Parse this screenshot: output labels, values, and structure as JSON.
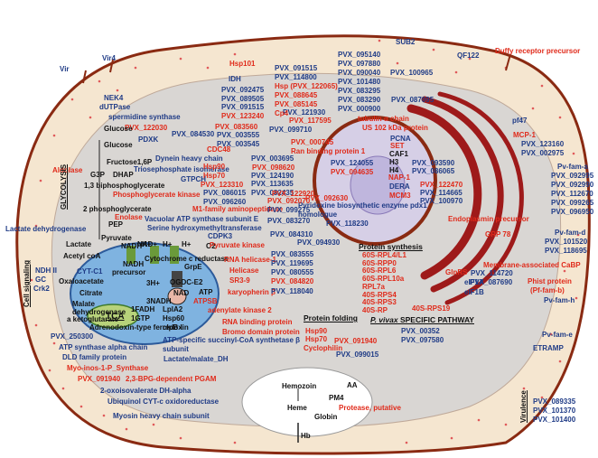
{
  "colors": {
    "cell_fill": "#f5e6d0",
    "cell_border": "#8a2a12",
    "nucleus_fill": "#d6cfe6",
    "nucleus_border": "#8a2a12",
    "er_color": "#9e1a1a",
    "mito_fill": "#7fb3e0",
    "apicoplast_fill": "#b7d27a",
    "protein_blue": "#1f3b86",
    "protein_red": "#e02a1a",
    "grey_region": "#c8c8c8"
  },
  "labels": {
    "vir": "Vir",
    "vir4": "Vir4",
    "hsp101": "Hsp101",
    "sub2": "SUB2",
    "qf122": "QF122",
    "duffy": "Duffy receptor precursor",
    "idh": "IDH",
    "nek4": "NEK4",
    "dutpase": "dUTPase",
    "spermidine": "spermidine synthase",
    "pvx122030": "PVX_122030",
    "pdxk": "PDXK",
    "pvx084530": "PVX_084530",
    "glucose1": "Glucose",
    "glucose2": "Glucose",
    "fructose16p": "Fructose1,6P",
    "g3p": "G3P",
    "dhap": "DHAP",
    "bpg13": "1,3 biphosphoglycerate",
    "pg2": "2 phosphoglycerate",
    "pep": "PEP",
    "pyruvate": "Pyruvate",
    "lactate": "Lactate",
    "nadplus": "NAD+",
    "nadh": "NADH",
    "acetylcoa": "Acetyl coA",
    "aldolase": "Aldolase",
    "triose": "Triosephosphate isomerase",
    "gtpch": "GTPCH",
    "pgk": "Phosphoglycerate kinase",
    "enolase": "Enolase",
    "glycolysis": "GLYCOLYSIS",
    "ldh": "Lactate dehydrogenase",
    "dynein": "Dynein heavy chain",
    "hsp90": "Hsp90",
    "hsp70": "Hsp70",
    "pvx123310": "PVX_123310",
    "cdc48": "CDC48",
    "pvx083560": "PVX_083560",
    "m1": "M1-family aminopeptidase",
    "vac_atp": "Vacuolar ATP synthase subunit E",
    "serine": "Serine hydroxymethyltransferase",
    "hplus1": "H+",
    "hplus2": "H+",
    "hplus3": "H+",
    "o2": "O2",
    "cytc1": "CYT-C1",
    "nadh_dh": "NADH",
    "precursor": "precursor",
    "cyt_c_reductase": "Cytochrome c reductase",
    "grpe": "GrpE",
    "oxaloacetate": "Oxaloacetate",
    "citrate": "Citrate",
    "malate_dh": "Malate\ndehydrogenase",
    "tca": "TCA",
    "h3": "3H+",
    "nadh3": "3NADH",
    "fadh": "1FADH",
    "gtp": "1GTP",
    "akg": "a ketoglutarate",
    "ogdc": "OGDC-E2",
    "nad": "NAD",
    "atp": "ATP",
    "atpsb": "ATPSB",
    "lpla2": "LplA2",
    "hsp60": "Hsp60",
    "clpb": "clpB I",
    "adrenodoxin": "Adrenodoxin-type ferredoxin",
    "pvx250300": "PVX_250300",
    "ndh2": "NDH II",
    "gc": "GC",
    "crk2": "Crk2",
    "cell_signaling": "Cell signaling",
    "cdpk3": "CDPK3",
    "pyruvate_kinase": "Pyruvate kinase",
    "rna_helicase": "RNA helicase-1",
    "helicase": "Helicase",
    "sr39": "SR3-9",
    "karyopherin": "karyopherin β",
    "adenylate": "adenylate kinase 2",
    "rna_binding": "RNA binding protein",
    "bromo": "Bromo domain protein",
    "cyclophilin": "Cyclophilin",
    "atp_alpha": "ATP synthase alpha chain",
    "dld": "DLD family protein",
    "myo_inos": "Myo-inos-1-P_Synthase",
    "pvx091940": "PVX_091940",
    "bpg_mutase": "2,3-BPG-dependent  PGAM",
    "oxo": "2-oxoisovalerate DH-alpha",
    "ubiq": "Ubiquinol  CYT-c oxidoreductase",
    "myosin": "Myosin heavy chain subunit",
    "atp_succ": "ATP-specific succinyl-CoA  synthetase β",
    "atp_succ2": "subunit",
    "lactate_malate": "Lactate/malate_DH",
    "hemozoin": "Hemozoin",
    "heme": "Heme",
    "globin": "Globin",
    "hb": "Hb",
    "aa": "AA",
    "pm4": "PM4",
    "protease": "Protease, putative",
    "tubulin": "tubulin α chain",
    "us102": "US 102 kDa protein",
    "pcna": "PCNA",
    "set": "SET",
    "caf1": "CAF1",
    "h3n": "H3",
    "h4": "H4",
    "nap1": "NAP-1",
    "dera": "DERA",
    "mcm3": "MCM3",
    "ran": "Ran binding protein 1",
    "pyridoxine": "Pyridoxine biosynthetic enzyme pdx1",
    "homologue": "homologue",
    "endoplasmin": "Endoplasmin precursor",
    "grp78": "GRP 78",
    "mcp1": "MCP-1",
    "pf47": "pf47",
    "pvfam_a": "Pv-fam-a",
    "pvfam_d": "Pv-fam-d",
    "pvfam_h": "Pv-fam-h",
    "pvfam_e": "Pv-fam-e",
    "etramp": "ETRAMP",
    "membrane_cabp": "Membrane-associated CaBP",
    "phist": "Phist protein",
    "phist2": "(Pf-fam-b)",
    "glnrs": "GlnRS",
    "eif1a": "eIF1A",
    "eif1b": "eIF1B",
    "protein_synthesis": "Protein synthesis",
    "protein_folding": "Protein folding",
    "pvivax_specific": "SPECIFIC  PATHWAY",
    "pvivax": "P. vivax",
    "virulence": "Virulence",
    "rp_list": [
      "60S-RPL4/L1",
      "60S-RPP0",
      "60S-RPL6",
      "60S-RPL10a",
      "RPL7a",
      "40S-RPS4",
      "40S-RPS3",
      "40S-RP"
    ],
    "rps19": "40S-RPS19"
  },
  "pvx_blue": [
    "PVX_095140",
    "PVX_097880",
    "PVX_090040",
    "PVX_100965",
    "PVX_101480",
    "PVX_091515",
    "PVX_114800",
    "PVX_092475",
    "PVX_089505",
    "PVX_091515",
    "PVX_083295",
    "PVX_083290",
    "PVX_000900",
    "PVX_087095",
    "PVX_121930",
    "PVX_003555",
    "PVX_003545",
    "PVX_099710",
    "PVX_003695",
    "PVX_124190",
    "PVX_113635",
    "PVX_086015",
    "PVX_096260",
    "PVX_082435",
    "PVX_099275",
    "PVX_083270",
    "PVX_084310",
    "PVX_094930",
    "PVX_083555",
    "PVX_119695",
    "PVX_080555",
    "PVX_084820",
    "PVX_118040",
    "PVX_124055",
    "PVX_093590",
    "PVX_086065",
    "PVX_118230",
    "PVX_114665",
    "PVX_100970",
    "PVX_123160",
    "PVX_002975",
    "PVX_092995",
    "PVX_092990",
    "PVX_112670",
    "PVX_099265",
    "PVX_096950",
    "PVX_101520",
    "PVX_118695",
    "PVX_114720",
    "PVX_087690",
    "PVX_00352",
    "PVX_097580",
    "PVX_099015",
    "PVX_089335",
    "PVX_101370",
    "PVX_101400"
  ],
  "pvx_red": [
    "PVX_123240",
    "Hsp (PVX_122065)",
    "PVX_088645",
    "PVX_085145",
    "Cp4",
    "PVX_117595",
    "PVX_000745",
    "PVX_098620",
    "PVX_122920",
    "PVX_092070",
    "PVX_094635",
    "PVX_092630",
    "PVX_122470",
    "PVX_091940"
  ]
}
